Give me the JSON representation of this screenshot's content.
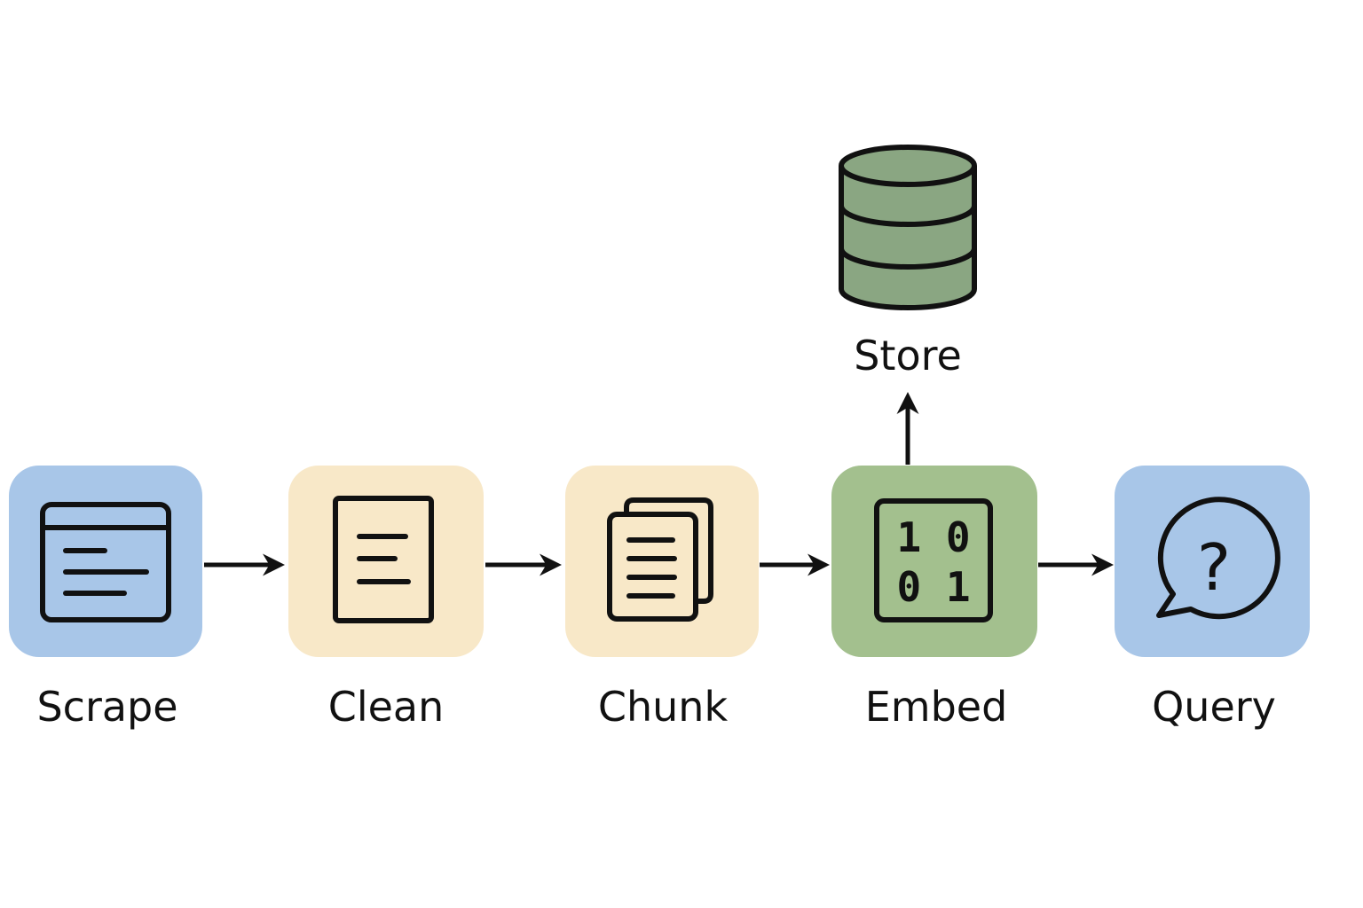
{
  "stages": [
    {
      "label": "Scrape",
      "icon": "browser-window-icon",
      "color": "#a8c6e8"
    },
    {
      "label": "Clean",
      "icon": "document-icon",
      "color": "#f8e8c8"
    },
    {
      "label": "Chunk",
      "icon": "stacked-documents-icon",
      "color": "#f8e8c8"
    },
    {
      "label": "Embed",
      "icon": "binary-icon",
      "color": "#a3c08e"
    },
    {
      "label": "Query",
      "icon": "question-bubble-icon",
      "color": "#a8c6e8"
    }
  ],
  "store": {
    "label": "Store",
    "icon": "database-icon",
    "color": "#8aa682"
  },
  "embed_icon": {
    "digits_row1": "1 0",
    "digits_row2": "0 1"
  },
  "query_icon": {
    "glyph": "?"
  }
}
